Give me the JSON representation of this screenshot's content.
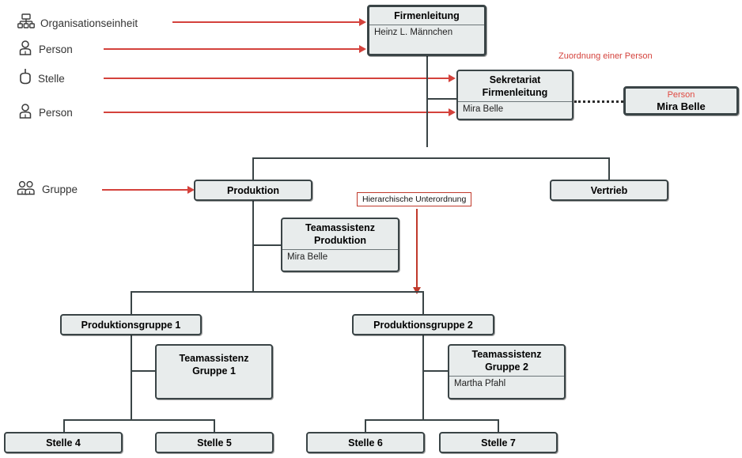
{
  "legend": {
    "items": [
      {
        "icon": "org-unit-icon",
        "label": "Organisationseinheit"
      },
      {
        "icon": "person-icon",
        "label": "Person"
      },
      {
        "icon": "position-icon",
        "label": "Stelle"
      },
      {
        "icon": "person-icon",
        "label": "Person"
      },
      {
        "icon": "group-icon",
        "label": "Gruppe"
      }
    ]
  },
  "annotations": {
    "assignment": "Zuordnung einer Person",
    "hierarchy": "Hierarchische Unterordnung",
    "accent_red": "#d4423c",
    "arrow_red": "#c0392b"
  },
  "nodes": {
    "firmenleitung": {
      "title": "Firmenleitung",
      "person": "Heinz L. Männchen"
    },
    "sekretariat": {
      "title": "Sekretariat\nFirmenleitung",
      "title_line1": "Sekretariat",
      "title_line2": "Firmenleitung",
      "person": "Mira Belle"
    },
    "person_card": {
      "kind": "Person",
      "name": "Mira Belle"
    },
    "produktion": {
      "title": "Produktion"
    },
    "vertrieb": {
      "title": "Vertrieb"
    },
    "teamassistenz_prod": {
      "title_line1": "Teamassistenz",
      "title_line2": "Produktion",
      "person": "Mira Belle"
    },
    "produktionsgruppe_1": {
      "title": "Produktionsgruppe 1"
    },
    "produktionsgruppe_2": {
      "title": "Produktionsgruppe 2"
    },
    "teamassistenz_g1": {
      "title_line1": "Teamassistenz",
      "title_line2": "Gruppe 1",
      "person": ""
    },
    "teamassistenz_g2": {
      "title_line1": "Teamassistenz",
      "title_line2": "Gruppe 2",
      "person": "Martha Pfahl"
    },
    "stelle_4": {
      "title": "Stelle 4"
    },
    "stelle_5": {
      "title": "Stelle 5"
    },
    "stelle_6": {
      "title": "Stelle 6"
    },
    "stelle_7": {
      "title": "Stelle 7"
    }
  },
  "theme": {
    "box_fill": "#e8ecec",
    "box_border": "#3a4446",
    "connector": "#3a4446"
  }
}
